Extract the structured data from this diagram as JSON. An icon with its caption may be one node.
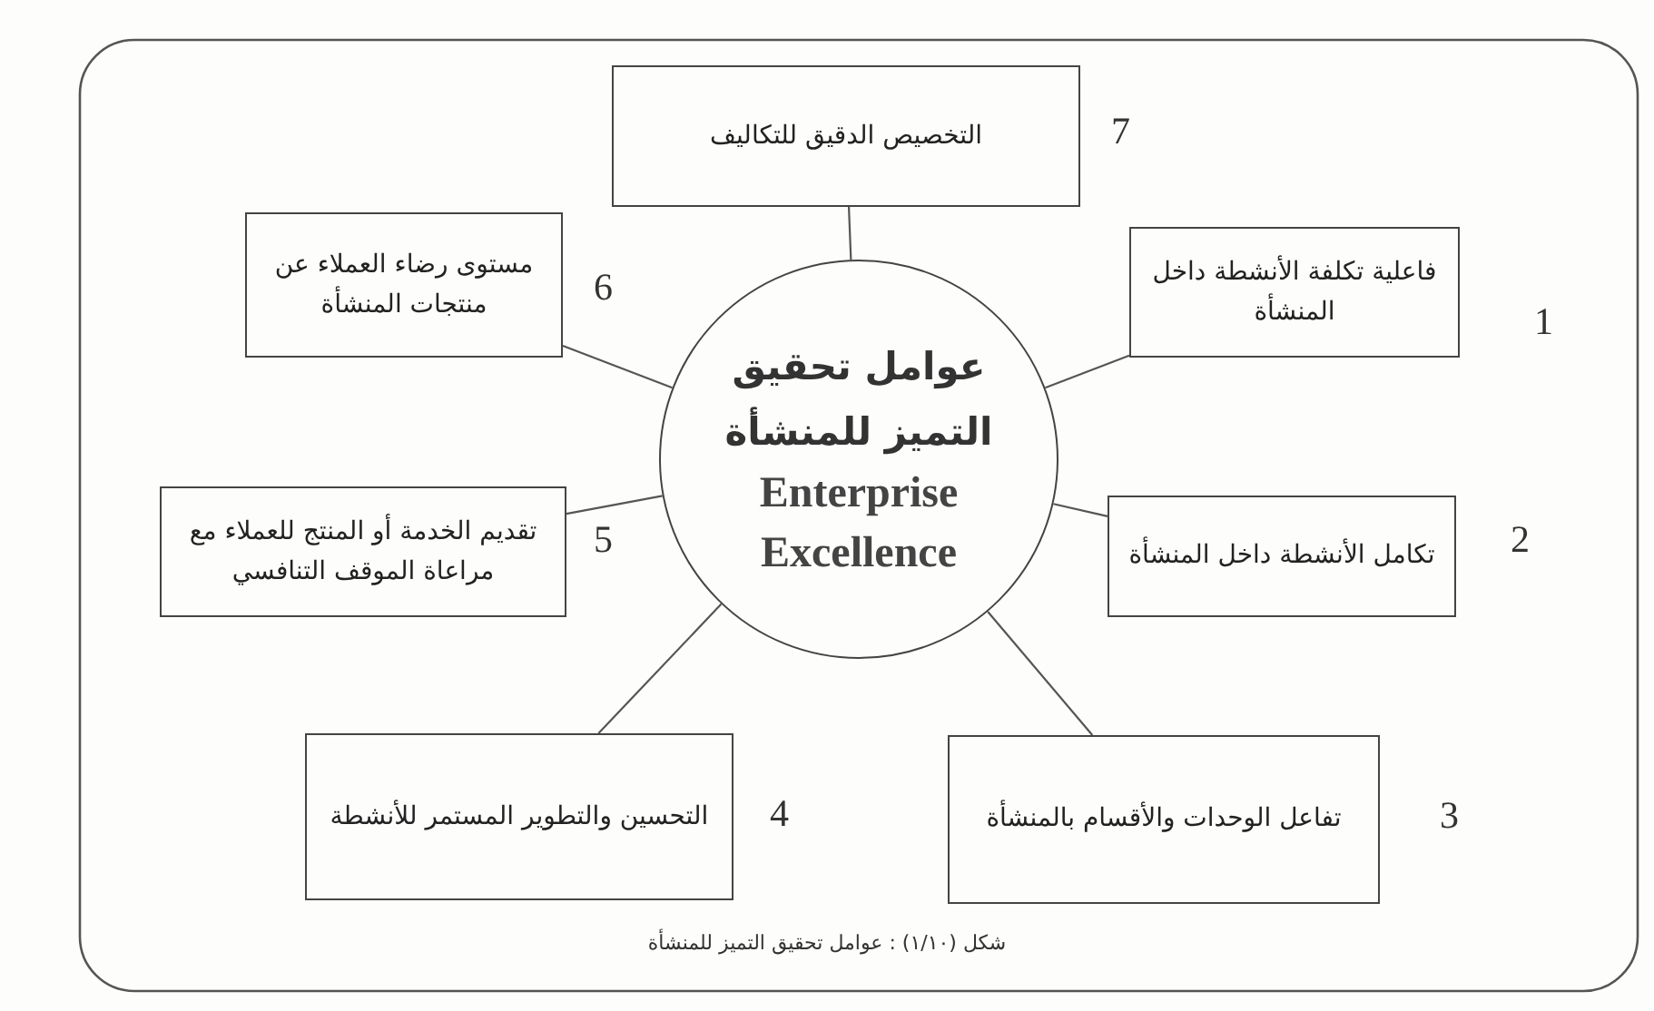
{
  "diagram": {
    "caption": "شكل (١/١٠) : عوامل تحقيق التميز للمنشأة",
    "nodes": [
      {
        "text": [
          "عوامل تحقيق التميز للمنشأة",
          "Enterprise Excellence"
        ]
      },
      {
        "text": [
          "فاعلية تكلفة الأنشطة داخل المنشأة"
        ],
        "beside": [
          "1"
        ]
      },
      {
        "text": [
          "تكامل الأنشطة داخل المنشأة"
        ],
        "beside": [
          "2"
        ]
      },
      {
        "text": [
          "تفاعل الوحدات والأقسام بالمنشأة"
        ],
        "beside": [
          "3"
        ]
      },
      {
        "text": [
          "التحسين والتطوير المستمر للأنشطة"
        ],
        "beside": [
          "4"
        ]
      },
      {
        "text": [
          "تقديم الخدمة أو المنتج للعملاء مع مراعاة الموقف التنافسي"
        ],
        "beside": [
          "5"
        ]
      },
      {
        "text": [
          "مستوى رضاء العملاء عن منتجات المنشأة"
        ],
        "beside": [
          "6"
        ]
      },
      {
        "text": [
          "التخصيص الدقيق للتكاليف"
        ],
        "beside": [
          "7"
        ]
      }
    ],
    "edges": [
      {
        "from": 0,
        "to": 1,
        "arrow": "none"
      },
      {
        "from": 0,
        "to": 2,
        "arrow": "none"
      },
      {
        "from": 0,
        "to": 3,
        "arrow": "none"
      },
      {
        "from": 0,
        "to": 4,
        "arrow": "none"
      },
      {
        "from": 0,
        "to": 5,
        "arrow": "none"
      },
      {
        "from": 0,
        "to": 6,
        "arrow": "none"
      },
      {
        "from": 0,
        "to": 7,
        "arrow": "none"
      }
    ]
  }
}
